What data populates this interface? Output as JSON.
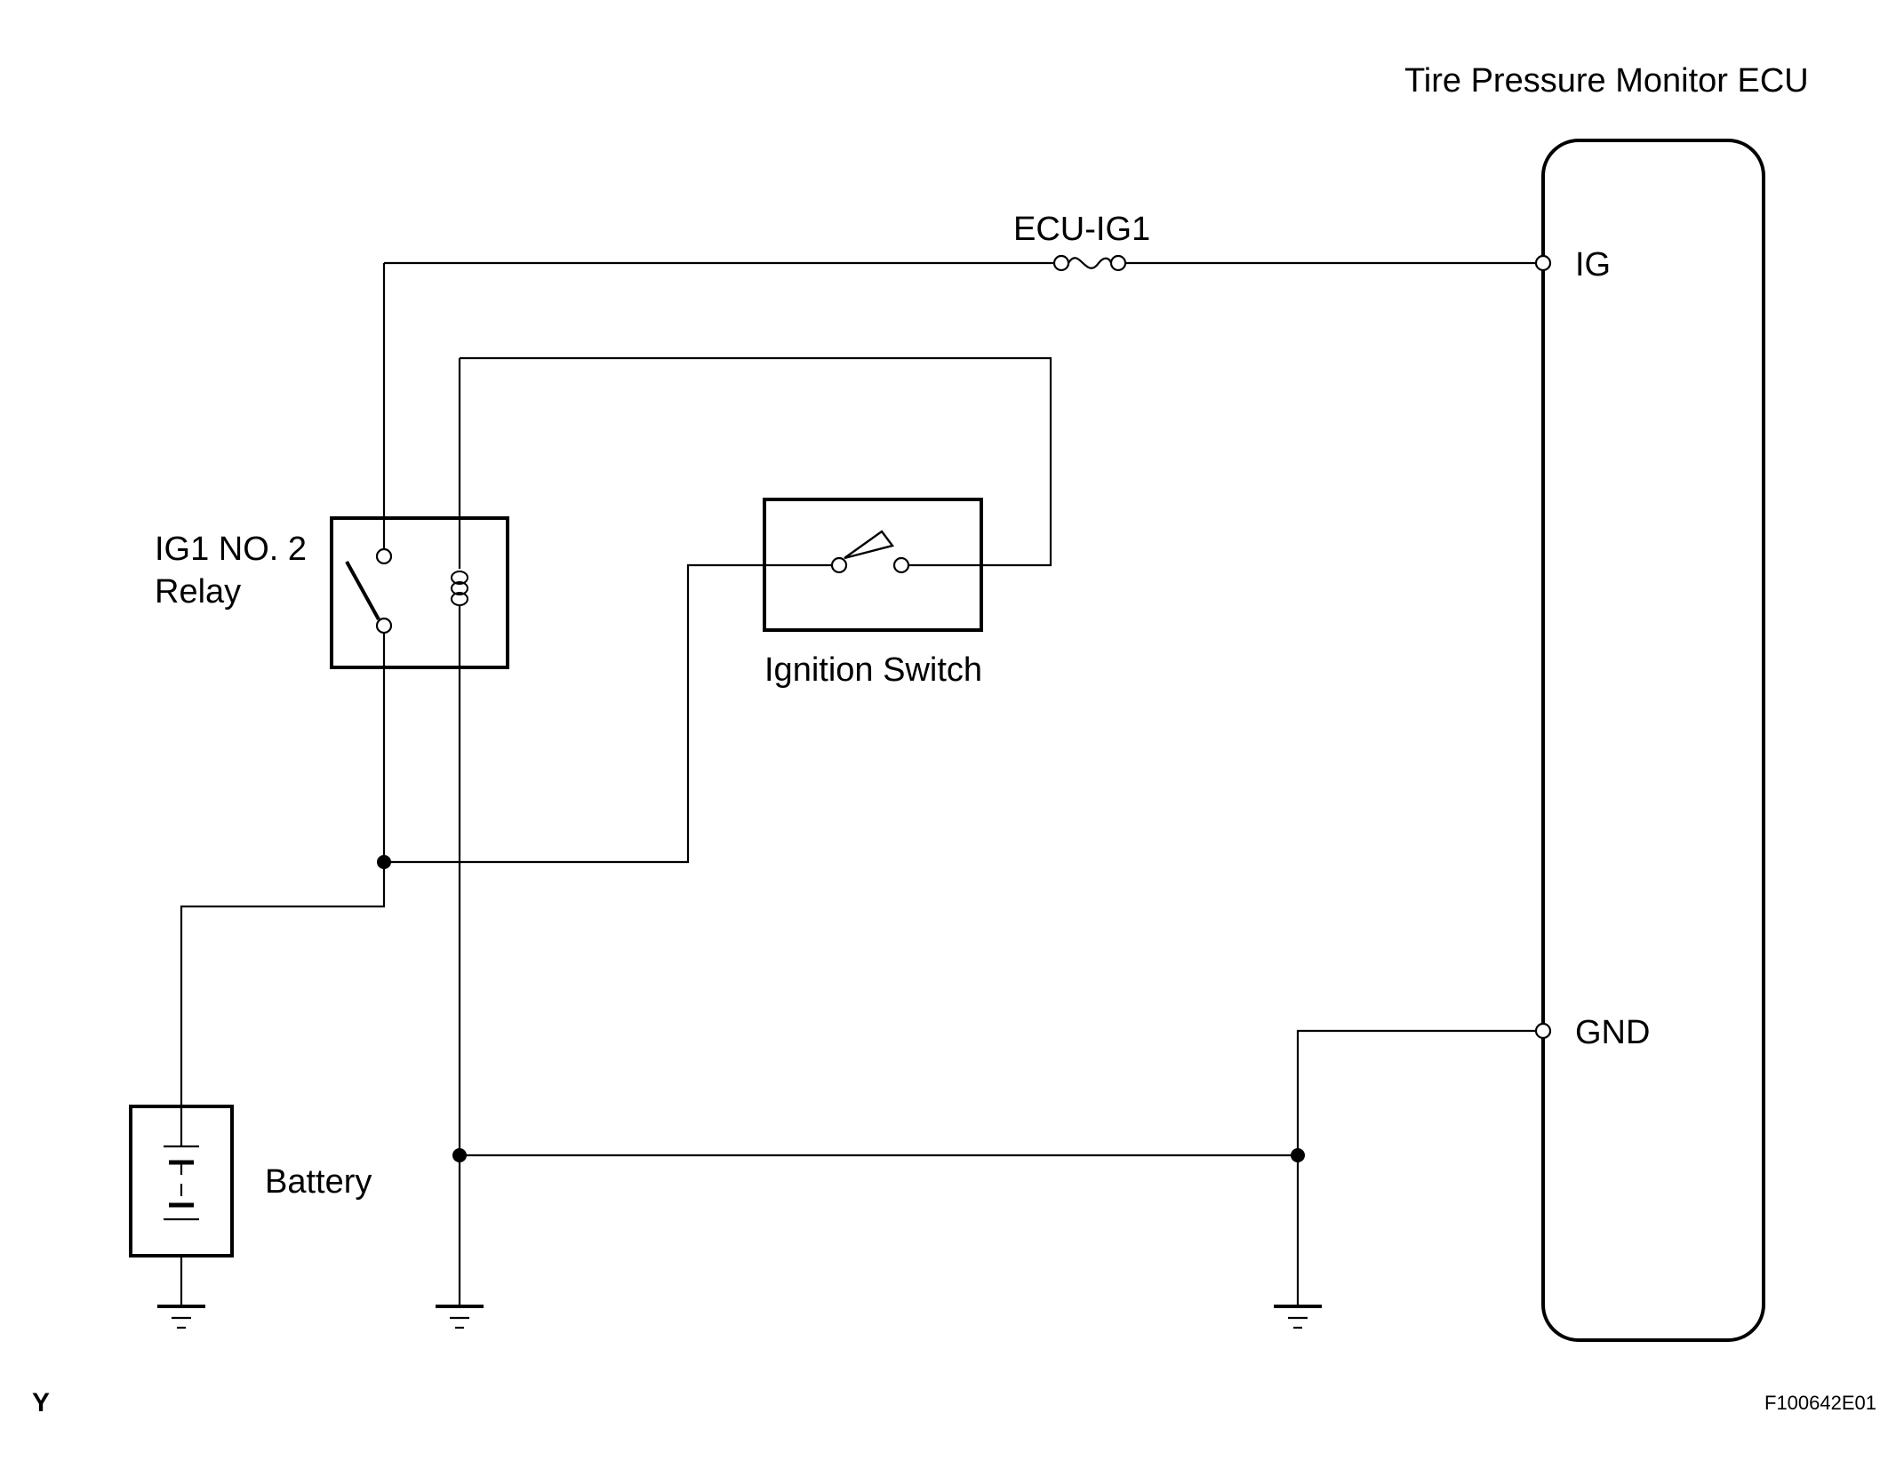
{
  "ecu": {
    "title": "Tire Pressure Monitor ECU",
    "pin_ig": "IG",
    "pin_gnd": "GND"
  },
  "fuse": {
    "label": "ECU-IG1"
  },
  "relay": {
    "label_line1": "IG1 NO. 2",
    "label_line2": "Relay"
  },
  "ignition_switch": {
    "label": "Ignition Switch"
  },
  "battery": {
    "label": "Battery"
  },
  "corner_marker": "Y",
  "figure_id": "F100642E01"
}
